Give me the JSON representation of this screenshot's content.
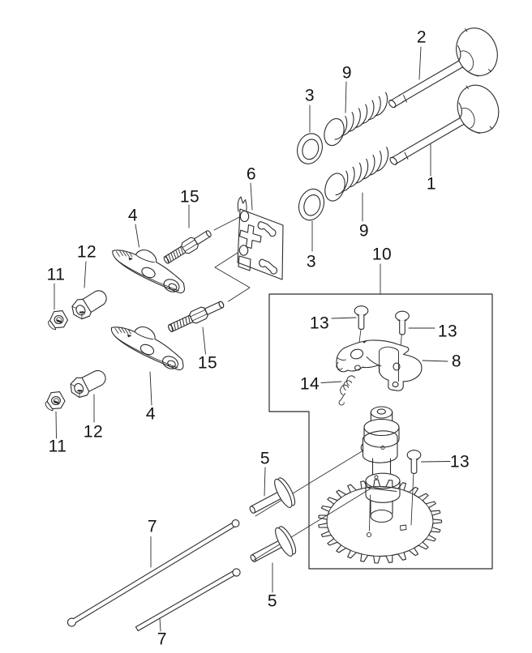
{
  "figure": {
    "kind": "exploded-parts-diagram",
    "background_color": "#ffffff",
    "line_color": "#2b2b2b",
    "callout_count": 25
  },
  "callouts": [
    {
      "text": "2",
      "part": "valve-2"
    },
    {
      "text": "9",
      "part": "valve-spring-upper"
    },
    {
      "text": "3",
      "part": "valve-seal-upper"
    },
    {
      "text": "1",
      "part": "valve-1"
    },
    {
      "text": "9",
      "part": "valve-spring-lower"
    },
    {
      "text": "3",
      "part": "valve-seal-lower"
    },
    {
      "text": "6",
      "part": "guide-plate"
    },
    {
      "text": "15",
      "part": "stud-upper"
    },
    {
      "text": "4",
      "part": "rocker-arm-upper"
    },
    {
      "text": "12",
      "part": "rocker-pivot-upper"
    },
    {
      "text": "11",
      "part": "flange-nut-upper"
    },
    {
      "text": "15",
      "part": "stud-lower"
    },
    {
      "text": "4",
      "part": "rocker-arm-lower"
    },
    {
      "text": "12",
      "part": "rocker-pivot-lower"
    },
    {
      "text": "11",
      "part": "flange-nut-lower"
    },
    {
      "text": "10",
      "part": "camshaft-assembly"
    },
    {
      "text": "13",
      "part": "bolt-left"
    },
    {
      "text": "13",
      "part": "bolt-right"
    },
    {
      "text": "8",
      "part": "governor-weight"
    },
    {
      "text": "14",
      "part": "governor-spring"
    },
    {
      "text": "13",
      "part": "bolt-lower"
    },
    {
      "text": "5",
      "part": "tappet-upper"
    },
    {
      "text": "5",
      "part": "tappet-lower"
    },
    {
      "text": "7",
      "part": "push-rod-upper"
    },
    {
      "text": "7",
      "part": "push-rod-lower"
    }
  ]
}
